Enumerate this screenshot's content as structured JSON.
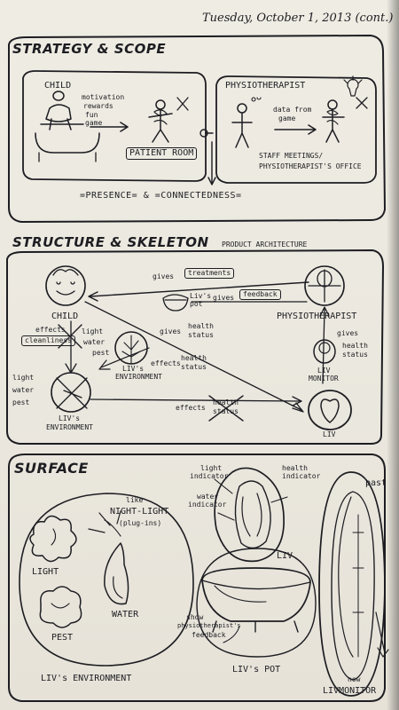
{
  "date": "Tuesday, October 1, 2013 (cont.)",
  "strategy": {
    "heading": "STRATEGY & SCOPE",
    "child_panel": {
      "label": "CHILD",
      "bullets": [
        "motivation",
        "rewards",
        "fun",
        "game"
      ],
      "place": "PATIENT ROOM"
    },
    "physio_panel": {
      "label": "PHYSIOTHERAPIST",
      "bullets": [
        "data from",
        "game"
      ],
      "place_line1": "STAFF MEETINGS/",
      "place_line2": "PHYSIOTHERAPIST'S OFFICE"
    },
    "footer": "=PRESENCE= & =CONNECTEDNESS="
  },
  "structure": {
    "heading": "STRUCTURE & SKELETON",
    "subheading": "PRODUCT ARCHITECTURE",
    "nodes": {
      "child": "CHILD",
      "physio": "PHYSIOTHERAPIST",
      "env": "LIV's ENVIRONMENT",
      "env_line1": "LIV's",
      "env_line2": "ENVIRONMENT",
      "pot_line1": "Liv's",
      "pot_line2": "pot",
      "monitor_line1": "LIV",
      "monitor_line2": "MONITOR",
      "liv": "LIV",
      "env_bottom_line1": "LIV's",
      "env_bottom_line2": "ENVIRONMENT"
    },
    "labels": {
      "gives1": "gives",
      "treatments": "treatments",
      "gives2": "gives",
      "feedback": "feedback",
      "gives3": "gives",
      "health_status_1a": "health",
      "health_status_1b": "status",
      "effects1": "effects",
      "cleanliness": "cleanliness",
      "light": "light",
      "water": "water",
      "pest": "pest",
      "effects2": "effects",
      "health_status_2a": "health",
      "health_status_2b": "status",
      "gives4": "gives",
      "health_status_3a": "health",
      "health_status_3b": "status",
      "effects3": "effects",
      "health_status_4a": "health",
      "health_status_4b": "status",
      "light2": "light",
      "water2": "water",
      "pest2": "pest"
    }
  },
  "surface": {
    "heading": "SURFACE",
    "labels": {
      "like": "like",
      "night_light": "NIGHT-LIGHT",
      "plugins": "(plug-ins)",
      "light": "LIGHT",
      "water": "WATER",
      "pest": "PEST",
      "environment": "LIV's ENVIRONMENT",
      "light_indicator_1": "light",
      "light_indicator_2": "indicator",
      "water_indicator_1": "water",
      "water_indicator_2": "indicator",
      "health_indicator_1": "health",
      "health_indicator_2": "indicator",
      "liv": "LIV",
      "show_1": "show",
      "show_2": "physiotherapist's",
      "show_3": "feedback",
      "pot": "LIV's POT",
      "past": "past",
      "now": "now",
      "monitor": "LIVMONITOR"
    }
  }
}
